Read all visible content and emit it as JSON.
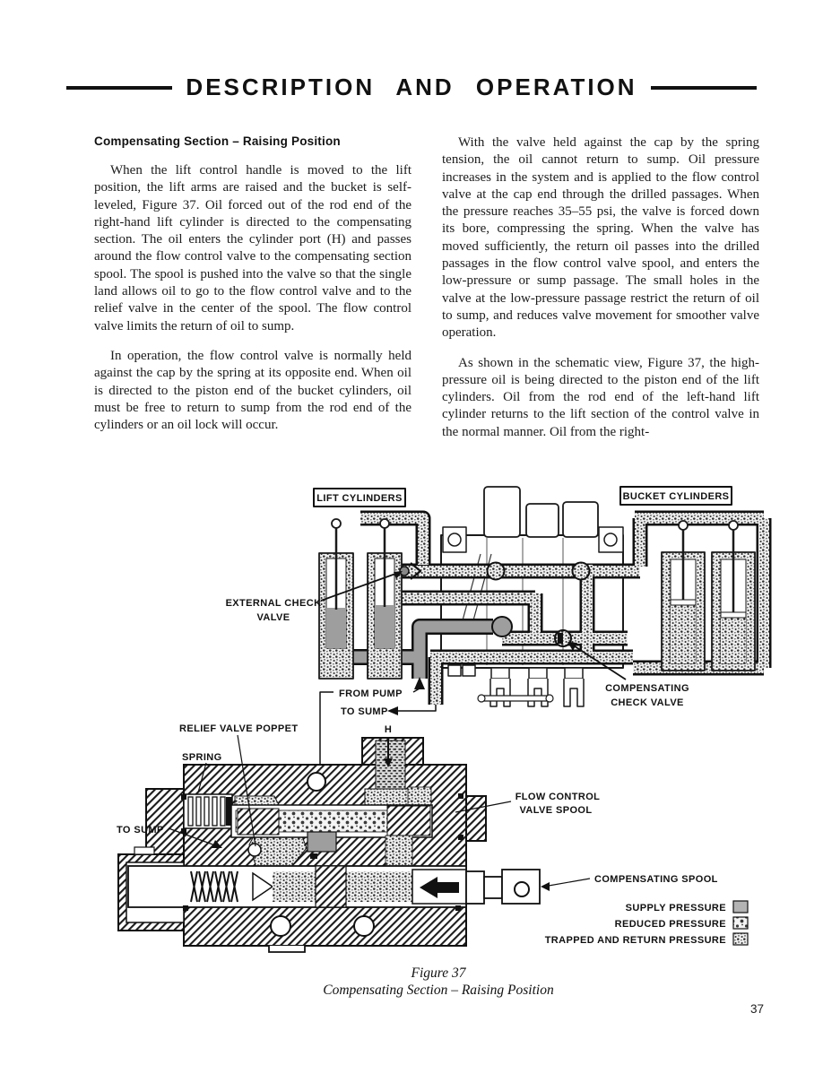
{
  "header": {
    "title": "DESCRIPTION AND OPERATION"
  },
  "columns": {
    "left": {
      "heading": "Compensating Section – Raising Position",
      "para1": "When the lift control handle is moved to the lift position, the lift arms are raised and the bucket is self-leveled, Figure 37. Oil forced out of the rod end of the right-hand lift cylinder is directed to the compensating section. The oil enters the cylinder port (H) and passes around the flow control valve to the compensating section spool. The spool is pushed into the valve so that the single land allows oil to go to the flow control valve and to the relief valve in the center of the spool. The flow control valve limits the return of oil to sump.",
      "para2": "In operation, the flow control valve is normally held against the cap by the spring at its opposite end. When oil is directed to the piston end of the bucket cylinders, oil must be free to return to sump from the rod end of the cylinders or an oil lock will occur."
    },
    "right": {
      "para1": "With the valve held against the cap by the spring tension, the oil cannot return to sump. Oil pressure increases in the system and is applied to the flow control valve at the cap end through the drilled passages. When the pressure reaches 35–55 psi, the valve is forced down its bore, compressing the spring. When the valve has moved sufficiently, the return oil passes into the drilled passages in the flow control valve spool, and enters the low-pressure or sump passage. The small holes in the valve at the low-pressure passage restrict the return of oil to sump, and reduces valve movement for smoother valve operation.",
      "para2": "As shown in the schematic view, Figure 37, the high-pressure oil is being directed to the piston end of the lift cylinders. Oil from the rod end of the left-hand lift cylinder returns to the lift section of the control valve in the normal manner. Oil from the right-"
    }
  },
  "figure": {
    "labels": {
      "lift_cylinders": "LIFT CYLINDERS",
      "bucket_cylinders": "BUCKET CYLINDERS",
      "external_check_1": "EXTERNAL CHECK",
      "external_check_2": "VALVE",
      "compensating_check_1": "COMPENSATING",
      "compensating_check_2": "CHECK VALVE",
      "from_pump": "FROM PUMP",
      "to_sump_upper": "TO SUMP",
      "relief_valve_poppet": "RELIEF VALVE POPPET",
      "spring": "SPRING",
      "port_h": "H",
      "flow_control_1": "FLOW CONTROL",
      "flow_control_2": "VALVE SPOOL",
      "to_sump_lower": "TO SUMP",
      "compensating_spool": "COMPENSATING SPOOL"
    },
    "legend": {
      "supply": "SUPPLY PRESSURE",
      "reduced": "REDUCED PRESSURE",
      "trapped": "TRAPPED AND RETURN PRESSURE"
    },
    "caption_line1": "Figure 37",
    "caption_line2": "Compensating Section – Raising Position"
  },
  "page": {
    "number": "37"
  },
  "colors": {
    "supply_gray": "#9e9e9e",
    "ink": "#111111",
    "paper": "#ffffff"
  }
}
